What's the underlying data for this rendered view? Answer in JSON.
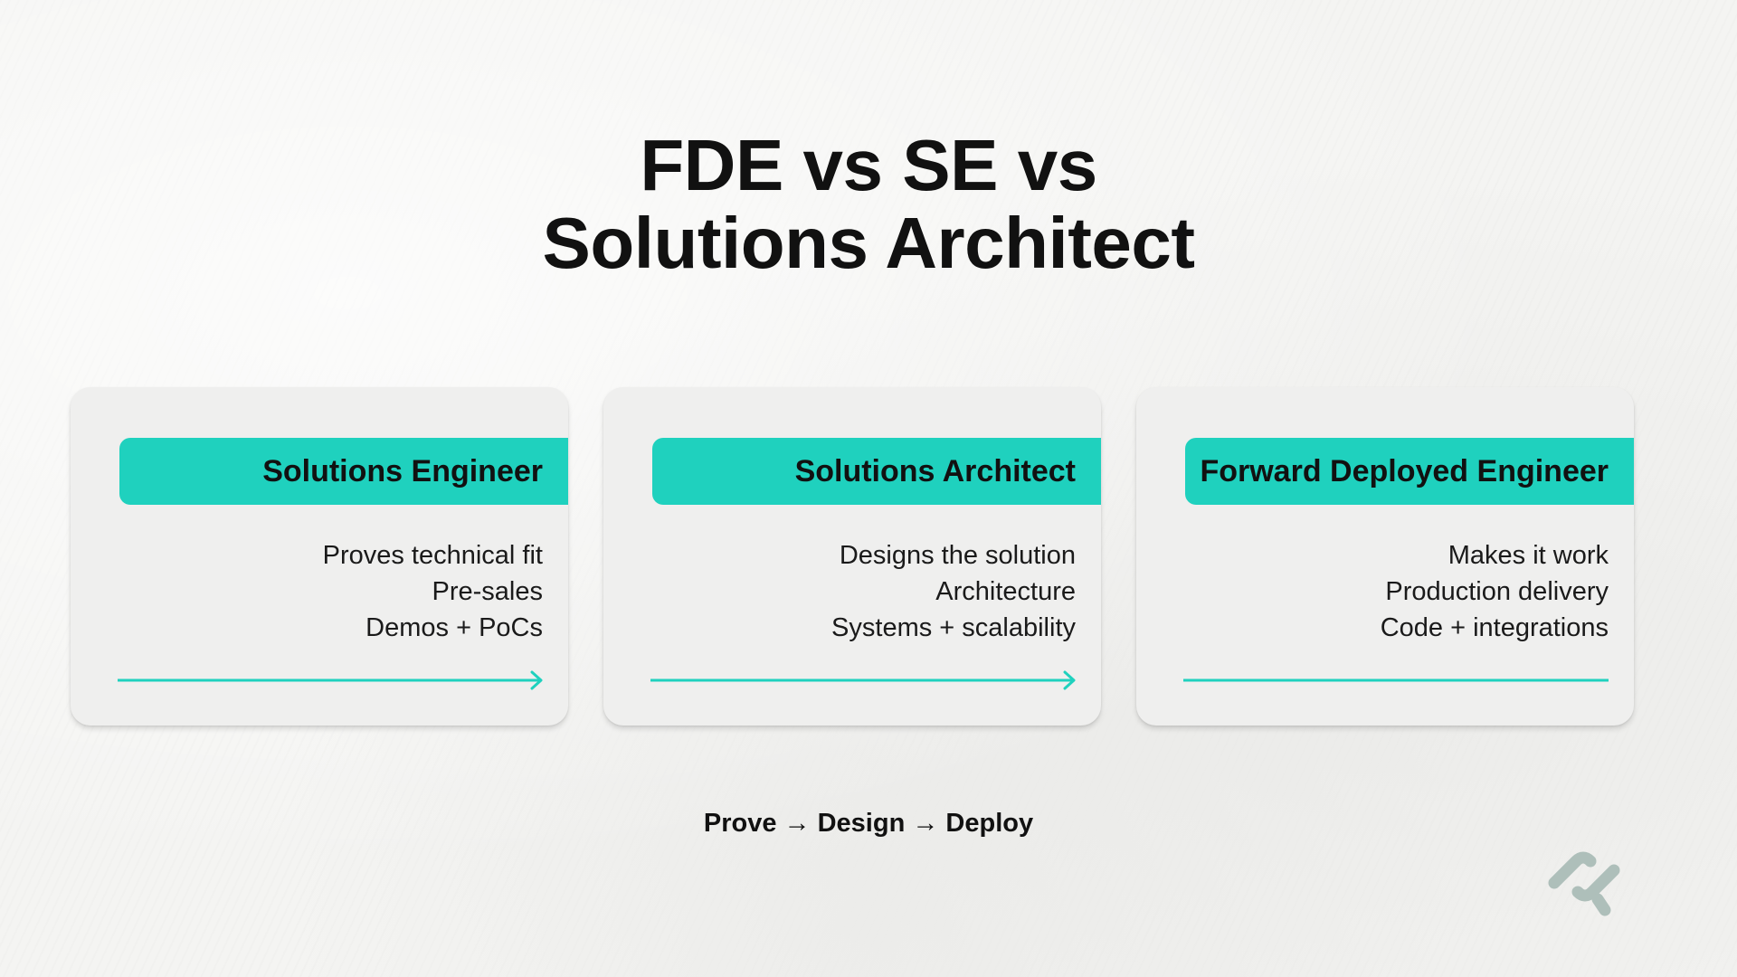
{
  "title": {
    "line1": "FDE vs SE vs",
    "line2": "Solutions Architect"
  },
  "cards": [
    {
      "title": "Solutions Engineer",
      "points": [
        "Proves technical fit",
        "Pre-sales",
        "Demos + PoCs"
      ],
      "arrow": true
    },
    {
      "title": "Solutions Architect",
      "points": [
        "Designs the solution",
        "Architecture",
        "Systems + scalability"
      ],
      "arrow": true
    },
    {
      "title": "Forward Deployed Engineer",
      "points": [
        "Makes it work",
        "Production delivery",
        "Code + integrations"
      ],
      "arrow": false
    }
  ],
  "flow": "Prove → Design → Deploy",
  "colors": {
    "accent": "#1fd1be",
    "text": "#111111",
    "card": "#efefee",
    "logo": "#aebfba"
  },
  "icons": {
    "logo": "brand-logo-icon"
  }
}
